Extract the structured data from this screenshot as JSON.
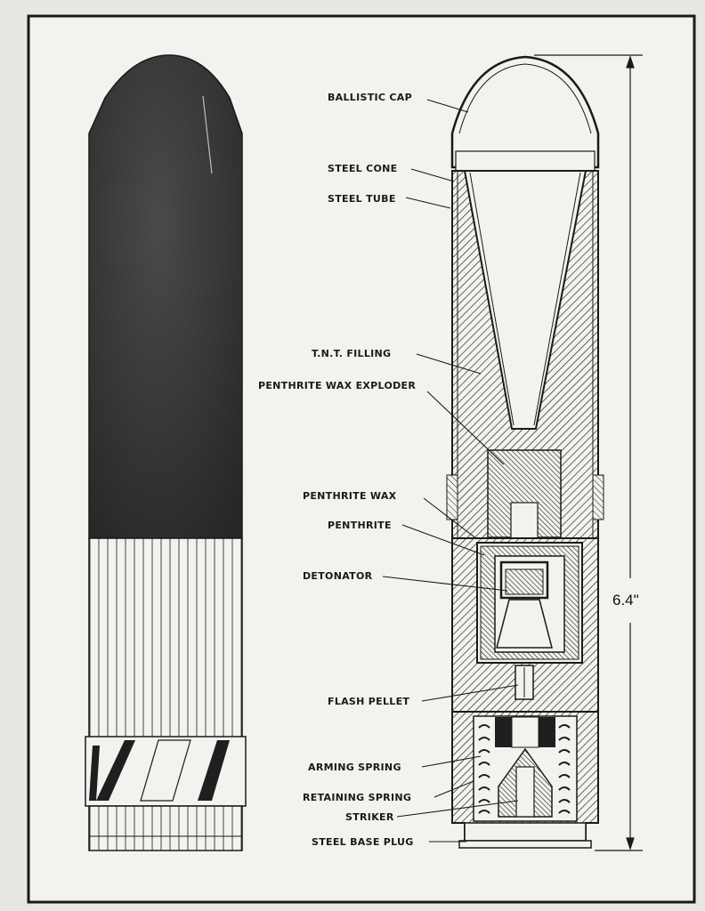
{
  "diagram": {
    "labels": {
      "ballistic_cap": "BALLISTIC CAP",
      "steel_cone": "STEEL CONE",
      "steel_tube": "STEEL TUBE",
      "tnt_filling": "T.N.T. FILLING",
      "penthrite_wax_exploder": "PENTHRITE WAX EXPLODER",
      "penthrite_wax": "PENTHRITE WAX",
      "penthrite": "PENTHRITE",
      "detonator": "DETONATOR",
      "flash_pellet": "FLASH PELLET",
      "arming_spring": "ARMING SPRING",
      "retaining_spring": "RETAINING SPRING",
      "striker": "STRIKER",
      "steel_base_plug": "STEEL BASE PLUG"
    },
    "overall_length": "6.4\""
  },
  "colors": {
    "ink": "#1a1a1a",
    "paper": "#f3f2ee",
    "shell_body": "#3a3a3a"
  }
}
